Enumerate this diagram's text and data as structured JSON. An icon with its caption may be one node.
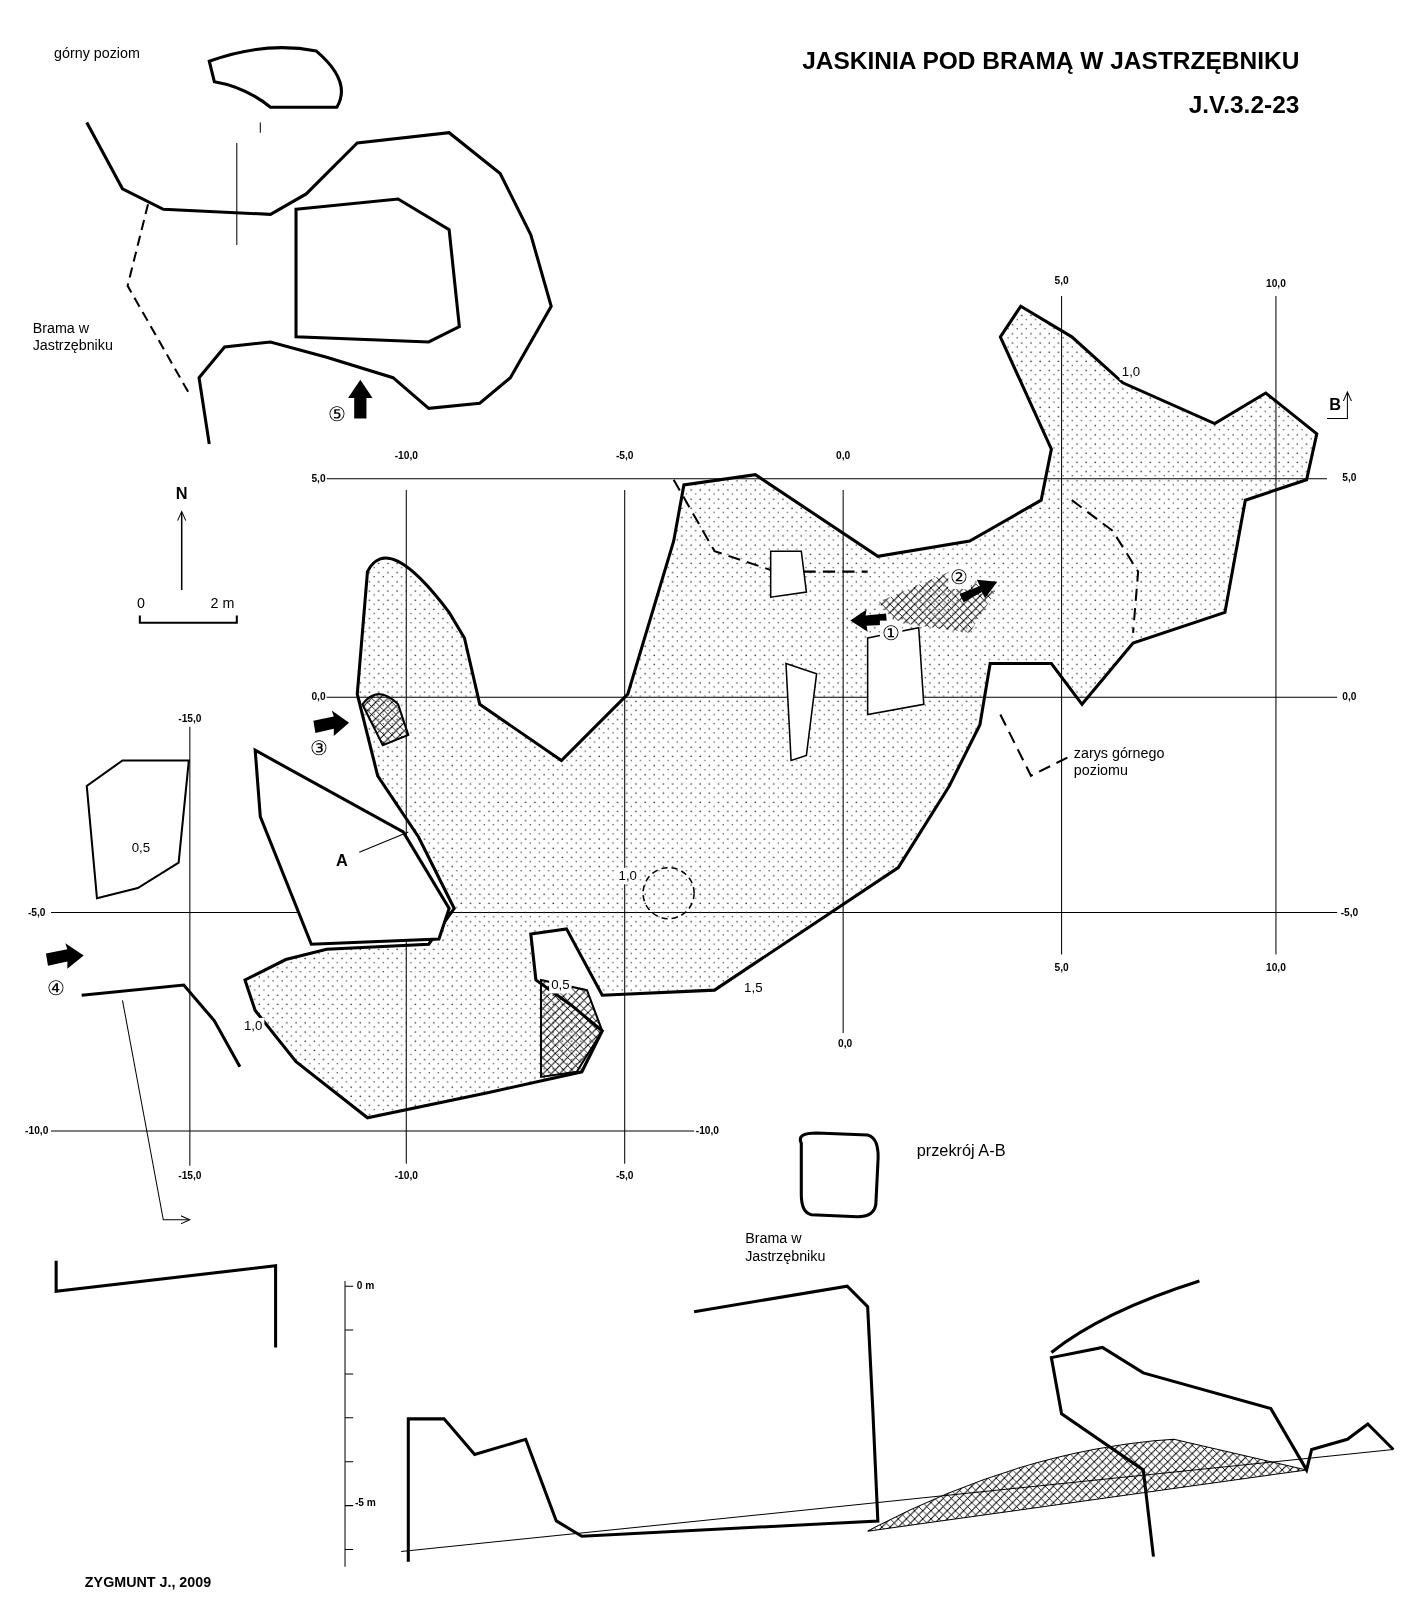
{
  "diagram": {
    "title": "JASKINIA POD BRAMĄ W JASTRZĘBNIKU",
    "labels": [
      "J.V.3.2-23",
      "górny poziom",
      "5,0",
      "10,0",
      "Brama w Jastrzębniku",
      "1,0",
      "B",
      "⑤",
      "-10,0",
      "-5,0",
      "0,0",
      "5,0",
      "5,0",
      "N",
      "0",
      "2 m",
      "②",
      "①",
      "0,0",
      "0,0",
      "③",
      "zarys górnego poziomu",
      "-15,0",
      "0,5",
      "A",
      "1,0",
      "-5,0",
      "-5,0",
      "④",
      "5,0",
      "10,0",
      "0,5",
      "1,5",
      "1,0",
      "0,0",
      "-10,0",
      "-10,0",
      "przekrój A-B",
      "-15,0",
      "-10,0",
      "-5,0",
      "Brama w Jastrzębniku",
      "0 m",
      "-5 m",
      "ZYGMUNT J., 2009"
    ]
  }
}
